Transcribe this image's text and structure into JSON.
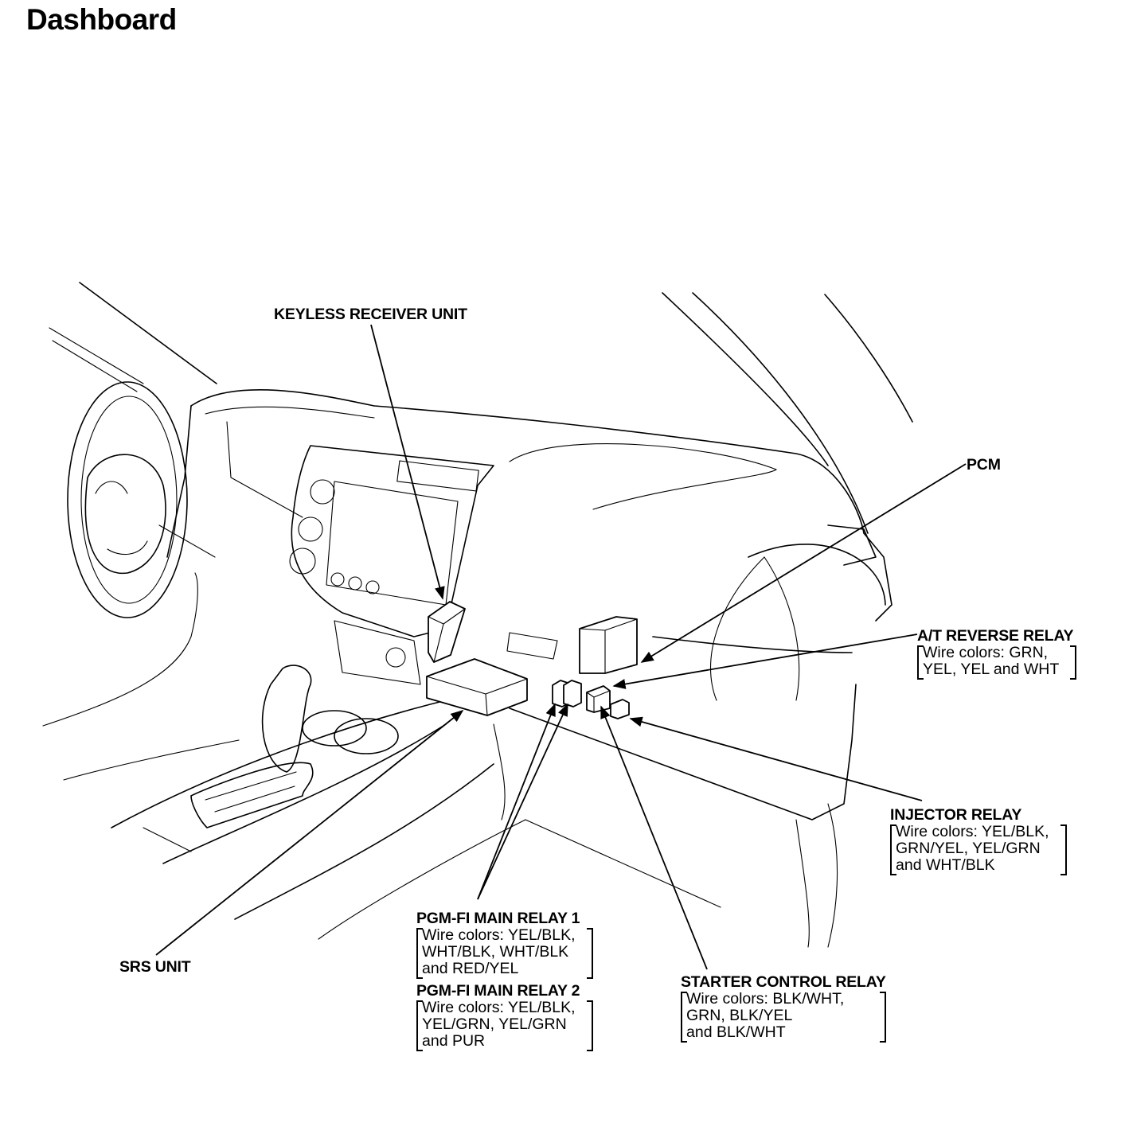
{
  "page": {
    "title": "Dashboard"
  },
  "labels": {
    "keyless": {
      "name": "KEYLESS RECEIVER UNIT"
    },
    "pcm": {
      "name": "PCM"
    },
    "at_reverse": {
      "name": "A/T REVERSE RELAY",
      "note": [
        "Wire colors: GRN,",
        "YEL, YEL and WHT"
      ]
    },
    "injector": {
      "name": "INJECTOR RELAY",
      "note": [
        "Wire colors: YEL/BLK,",
        "GRN/YEL, YEL/GRN",
        "and WHT/BLK"
      ]
    },
    "pgm_fi_1": {
      "name": "PGM-FI MAIN RELAY 1",
      "note": [
        "Wire colors: YEL/BLK,",
        "WHT/BLK, WHT/BLK",
        "and RED/YEL"
      ]
    },
    "pgm_fi_2": {
      "name": "PGM-FI MAIN RELAY 2",
      "note": [
        "Wire colors: YEL/BLK,",
        "YEL/GRN, YEL/GRN",
        "and PUR"
      ]
    },
    "starter": {
      "name": "STARTER CONTROL RELAY",
      "note": [
        "Wire colors: BLK/WHT,",
        "GRN, BLK/YEL",
        "and BLK/WHT"
      ]
    },
    "srs": {
      "name": "SRS UNIT"
    }
  }
}
